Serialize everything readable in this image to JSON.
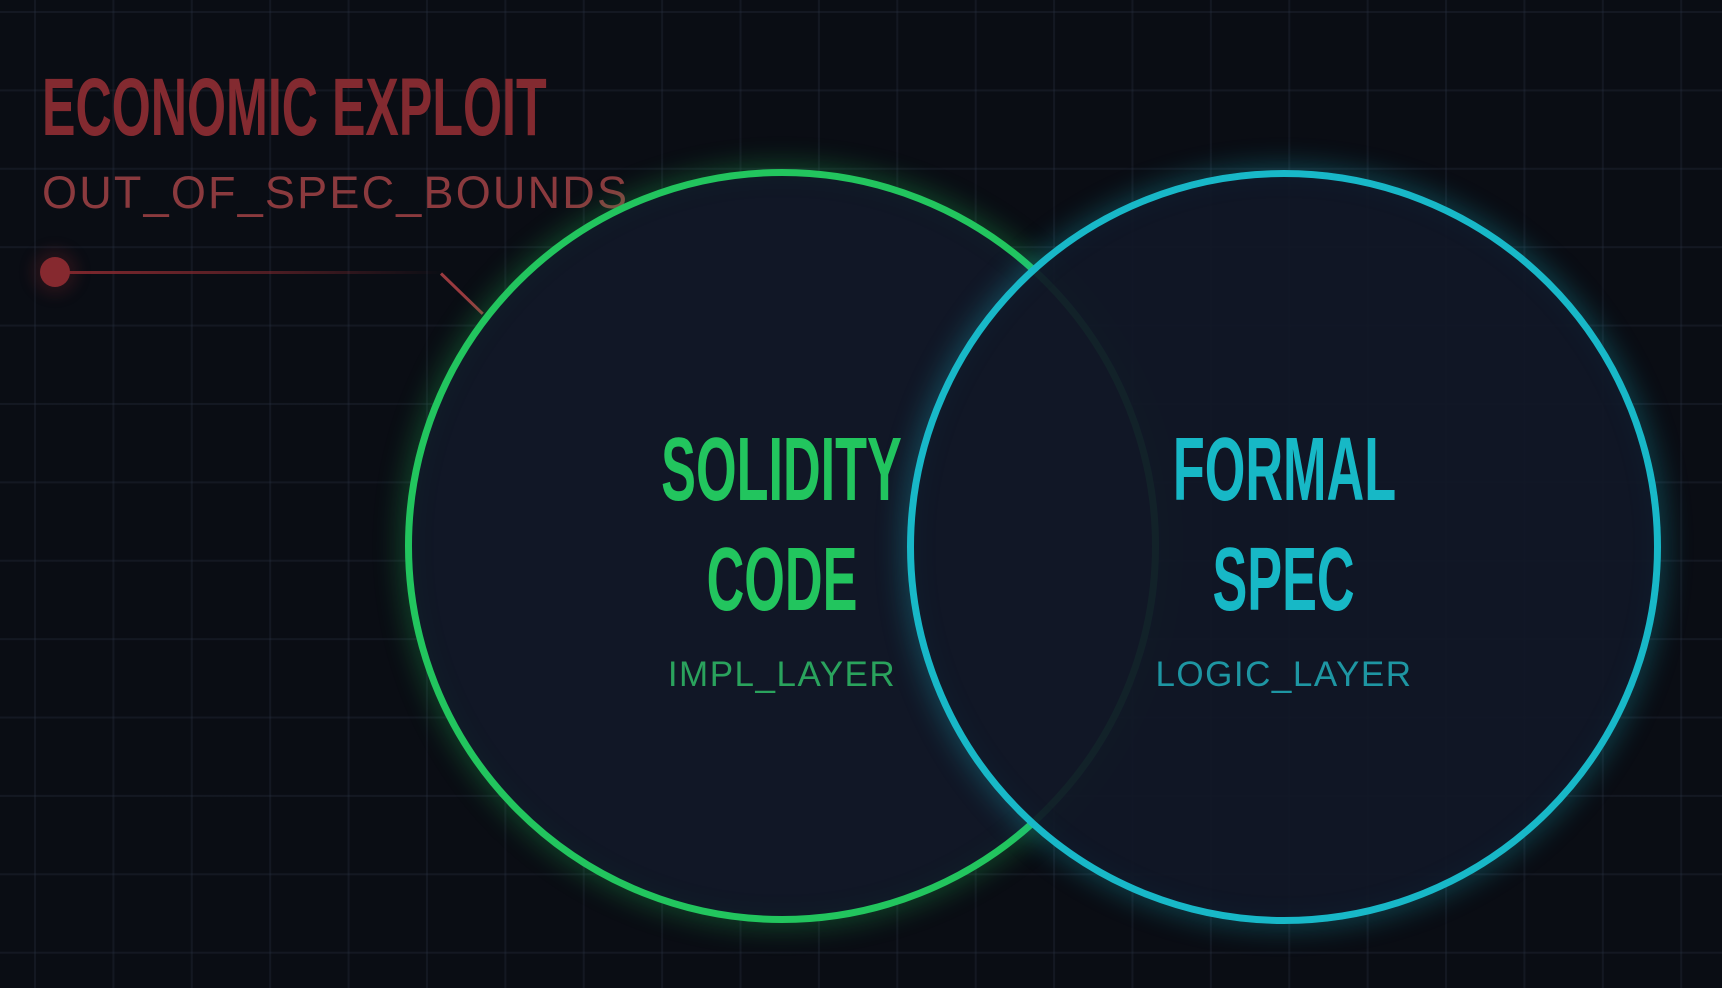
{
  "exploit_label": {
    "title": "ECONOMIC EXPLOIT",
    "subtitle": "OUT_OF_SPEC_BOUNDS",
    "color": "#832a30",
    "marker_icon": "pointer-dot-icon"
  },
  "circles": [
    {
      "id": "implementation",
      "title_lines": [
        "SOLIDITY",
        "CODE"
      ],
      "layer": "IMPL_LAYER",
      "color": "#22c55e"
    },
    {
      "id": "specification",
      "title_lines": [
        "FORMAL",
        "SPEC"
      ],
      "layer": "LOGIC_LAYER",
      "color": "#17b8c6"
    }
  ],
  "background": {
    "color": "#0a0d14",
    "grid": true
  }
}
